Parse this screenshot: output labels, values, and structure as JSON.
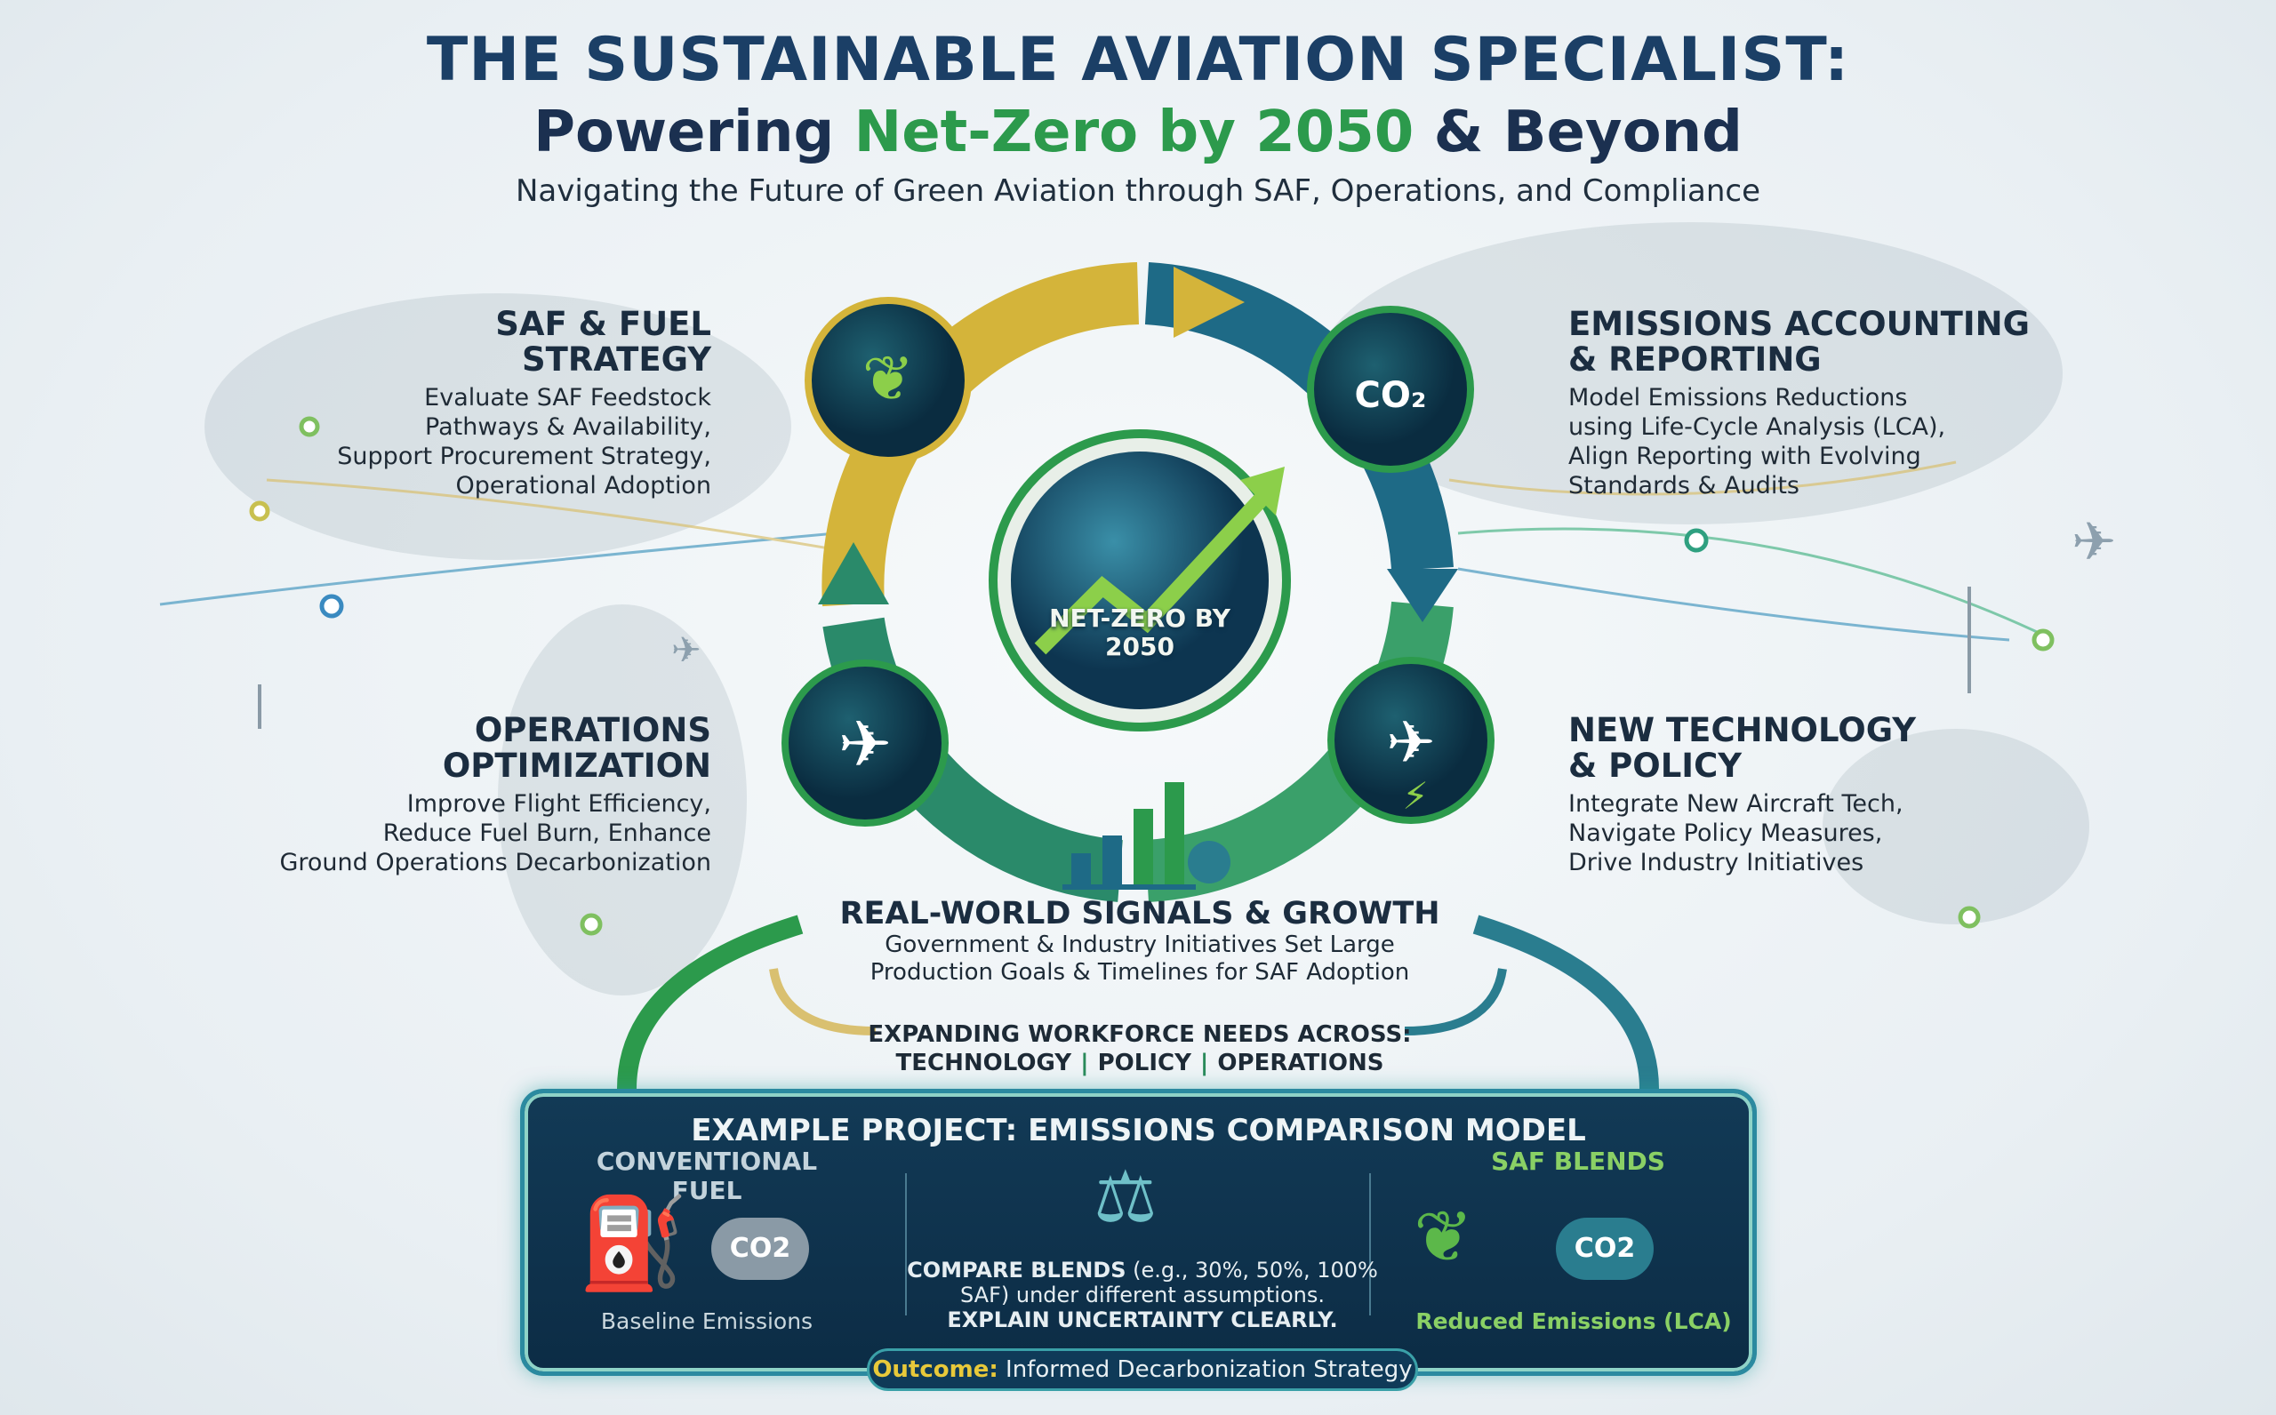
{
  "title": {
    "line1": "THE SUSTAINABLE AVIATION SPECIALIST:",
    "line2_a": "Powering ",
    "line2_highlight": "Net-Zero by 2050",
    "line2_b": " & Beyond",
    "subtitle": "Navigating the Future of Green Aviation through SAF, Operations, and Compliance"
  },
  "center": {
    "label": "NET-ZERO BY 2050"
  },
  "pillars": {
    "saf": {
      "title_1": "SAF & FUEL",
      "title_2": "STRATEGY",
      "lines": [
        "Evaluate SAF Feedstock",
        "Pathways & Availability,",
        "Support Procurement Strategy,",
        "Operational Adoption"
      ],
      "icon": "leaf-fuel-nozzle-icon"
    },
    "emissions": {
      "title_1": "EMISSIONS ACCOUNTING",
      "title_2": "& REPORTING",
      "lines": [
        "Model Emissions Reductions",
        "using Life-Cycle Analysis (LCA),",
        "Align Reporting with Evolving",
        "Standards & Audits"
      ],
      "icon": "co2-cloud-icon",
      "co2": "CO2"
    },
    "operations": {
      "title_1": "OPERATIONS",
      "title_2": "OPTIMIZATION",
      "lines": [
        "Improve Flight Efficiency,",
        "Reduce Fuel Burn, Enhance",
        "Ground Operations Decarbonization"
      ],
      "icon": "airplane-cycle-icon"
    },
    "technology": {
      "title_1": "NEW TECHNOLOGY",
      "title_2": "& POLICY",
      "lines": [
        "Integrate New Aircraft Tech,",
        "Navigate Policy Measures,",
        "Drive Industry Initiatives"
      ],
      "icon": "electric-airplane-icon"
    }
  },
  "signals": {
    "title": "REAL-WORLD SIGNALS & GROWTH",
    "lines": [
      "Government & Industry Initiatives Set Large",
      "Production Goals & Timelines for SAF Adoption"
    ],
    "workforce": "EXPANDING WORKFORCE NEEDS ACROSS:",
    "areas": [
      "TECHNOLOGY",
      "POLICY",
      "OPERATIONS"
    ]
  },
  "project": {
    "title": "EXAMPLE PROJECT: EMISSIONS COMPARISON MODEL",
    "conventional": "CONVENTIONAL FUEL",
    "baseline": "Baseline Emissions",
    "saf": "SAF BLENDS",
    "reduced": "Reduced Emissions (LCA)",
    "compare_bold": "COMPARE BLENDS",
    "compare_rest": " (e.g., 30%, 50%, 100% SAF) under different assumptions.",
    "explain": "EXPLAIN UNCERTAINTY CLEARLY.",
    "outcome_label": "Outcome:",
    "outcome": " Informed Decarbonization Strategy",
    "co2": "CO2"
  },
  "colors": {
    "navy": "#1b3f66",
    "green": "#2c9a4c",
    "gold": "#d9b83a",
    "teal": "#2a7d8f"
  }
}
